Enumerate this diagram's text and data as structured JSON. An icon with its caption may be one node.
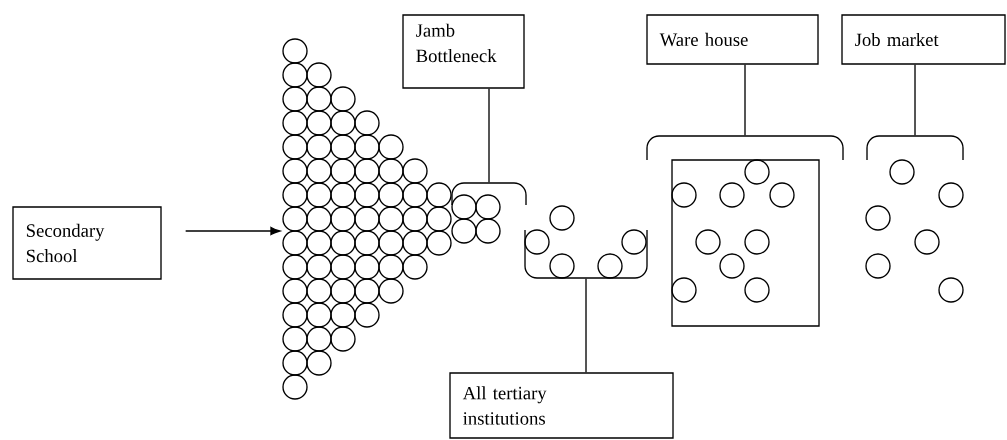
{
  "diagram": {
    "nodes": [
      {
        "text": [
          "Secondary School"
        ]
      },
      {
        "text": [],
        "shape": "circles"
      },
      {
        "text": [
          "Jamb Bottleneck"
        ]
      },
      {
        "text": [],
        "shape": "bracket"
      },
      {
        "text": [
          "All tertiary institutions"
        ]
      },
      {
        "text": [],
        "shape": "basin"
      },
      {
        "text": [
          "Ware house"
        ]
      },
      {
        "text": [],
        "shape": "bracket"
      },
      {
        "text": [],
        "shape": "box"
      },
      {
        "text": [
          "Job market"
        ]
      },
      {
        "text": [],
        "shape": "bracket"
      }
    ],
    "edges": [
      {
        "from": 0,
        "to": 1,
        "arrow": "to"
      },
      {
        "from": 2,
        "to": 3,
        "arrow": "none"
      },
      {
        "from": 4,
        "to": 5,
        "arrow": "none"
      },
      {
        "from": 6,
        "to": 7,
        "arrow": "none"
      },
      {
        "from": 9,
        "to": 10,
        "arrow": "none"
      }
    ]
  }
}
